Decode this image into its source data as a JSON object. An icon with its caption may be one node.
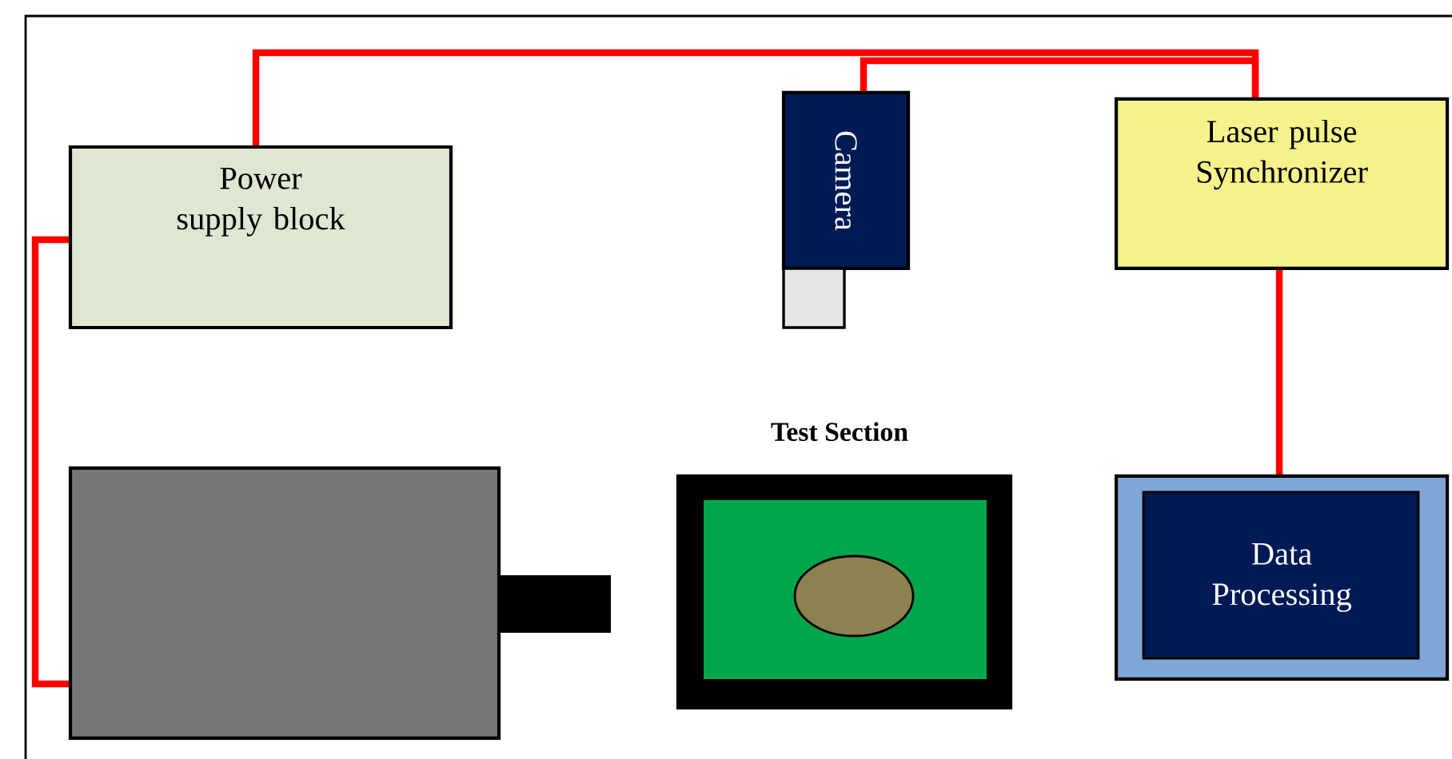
{
  "diagram": {
    "nodes": [
      {
        "text": [
          "Power supply block"
        ]
      },
      {
        "text": [
          "Camera"
        ]
      },
      {
        "text": [
          "Laser pulse Synchronizer"
        ]
      },
      {
        "text": [],
        "shape": "box"
      },
      {
        "text": [
          "Test Section"
        ]
      },
      {
        "text": [
          "Data Processing"
        ]
      }
    ],
    "edges": [
      {
        "from": 0,
        "to": 2,
        "arrow": "none"
      },
      {
        "from": 1,
        "to": 2,
        "arrow": "none"
      },
      {
        "from": 0,
        "to": 3,
        "arrow": "none"
      },
      {
        "from": 2,
        "to": 5,
        "arrow": "none"
      }
    ]
  }
}
